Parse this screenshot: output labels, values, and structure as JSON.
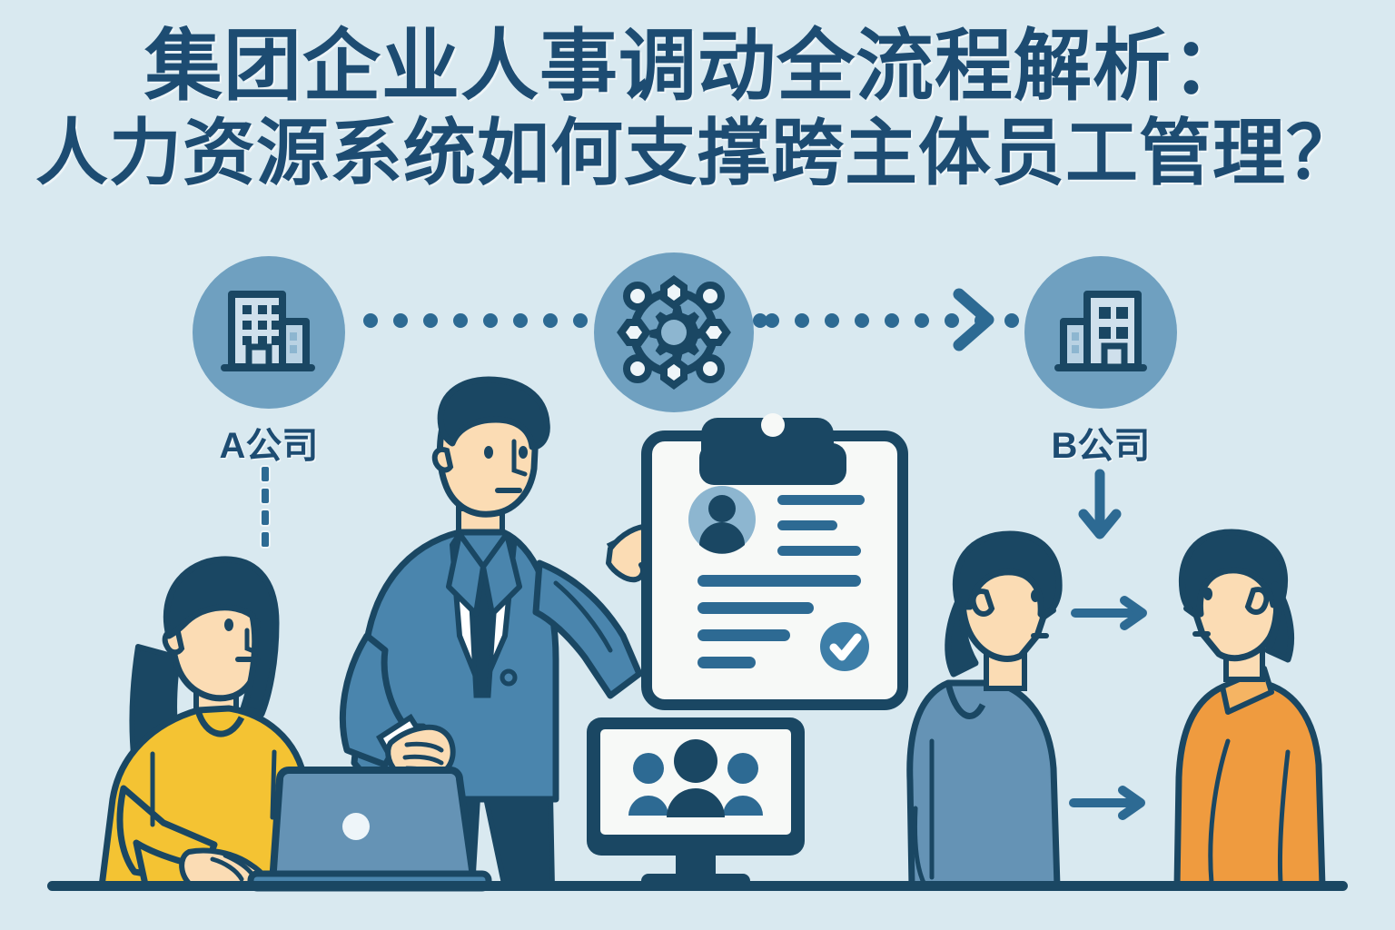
{
  "theme": {
    "background": "#d9e9f0",
    "ink": "#1d4c72",
    "navy": "#1a4763",
    "steel_blue": "#4a85ad",
    "mid_blue": "#6fa0c0",
    "light_panel": "#f7f9f7",
    "skin": "#fbdcb4",
    "yellow": "#f4c333",
    "orange": "#ef9b3f",
    "dot_blue": "#2d6a93",
    "white": "#ffffff"
  },
  "title": {
    "line1": "集团企业人事调动全流程解析：",
    "line2": "人力资源系统如何支撑跨主体员工管理？"
  },
  "flow": {
    "nodes": [
      {
        "id": "company-a",
        "label": "A公司",
        "icon": "office-building-icon"
      },
      {
        "id": "hr-system",
        "label": "",
        "icon": "gear-network-icon"
      },
      {
        "id": "company-b",
        "label": "B公司",
        "icon": "office-building-icon"
      }
    ],
    "connectors": [
      {
        "id": "a-to-system",
        "style": "dotted",
        "dots": 14,
        "arrowhead": false
      },
      {
        "id": "system-to-b",
        "style": "dotted",
        "dots": 14,
        "arrowhead": true,
        "arrowhead_icon": "chevron-right-icon"
      }
    ],
    "vertical_dashes": {
      "id": "a-company-drop",
      "count": 4
    },
    "down_arrow": {
      "id": "b-company-down",
      "icon": "arrow-down-icon"
    },
    "handoff_arrows": [
      {
        "id": "handoff-arrow-upper",
        "icon": "arrow-right-icon"
      },
      {
        "id": "handoff-arrow-lower",
        "icon": "arrow-right-icon"
      }
    ]
  },
  "scene": {
    "figures": [
      {
        "id": "employee-at-laptop",
        "description": "woman-yellow-sweater",
        "shirt_color": "#f4c333"
      },
      {
        "id": "hr-manager-presenting",
        "description": "man-blue-suit",
        "suit_color": "#4a85ad"
      },
      {
        "id": "receiving-manager",
        "description": "woman-blue-top",
        "shirt_color": "#6593b5"
      },
      {
        "id": "transferred-employee",
        "description": "man-orange-sweater",
        "shirt_color": "#ef9b3f"
      }
    ],
    "objects": [
      {
        "id": "laptop",
        "icon": "laptop-icon"
      },
      {
        "id": "employee-record-clipboard",
        "icon": "clipboard-icon",
        "text_lines": 7,
        "has_avatar": true,
        "status_icon": "check-circle-icon"
      },
      {
        "id": "team-monitor",
        "icon": "desktop-monitor-icon",
        "screen_icon": "group-of-people-icon"
      }
    ],
    "ground_line": true
  }
}
